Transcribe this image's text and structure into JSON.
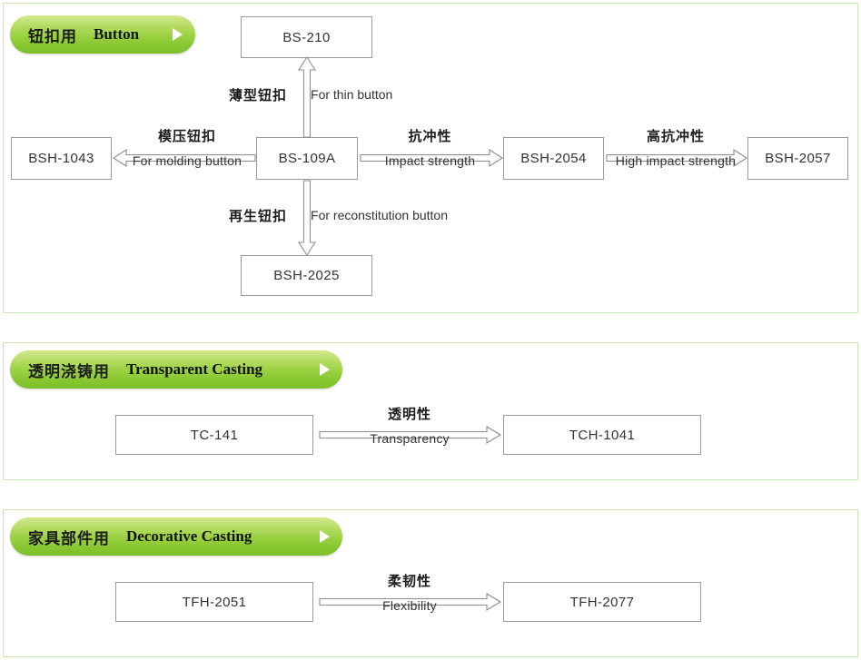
{
  "sections": [
    {
      "id": "button",
      "header": {
        "cn": "钮扣用",
        "en": "Button",
        "arrow_icon": "play-triangle-icon"
      },
      "nodes": [
        {
          "id": "bs-210",
          "label": "BS-210"
        },
        {
          "id": "bsh-1043",
          "label": "BSH-1043"
        },
        {
          "id": "bs-109a",
          "label": "BS-109A"
        },
        {
          "id": "bsh-2054",
          "label": "BSH-2054"
        },
        {
          "id": "bsh-2057",
          "label": "BSH-2057"
        },
        {
          "id": "bsh-2025",
          "label": "BSH-2025"
        }
      ],
      "edges": [
        {
          "id": "e-thin",
          "from": "BS-109A",
          "to": "BS-210",
          "dir": "up",
          "cn": "薄型钮扣",
          "en": "For thin button"
        },
        {
          "id": "e-molding",
          "from": "BS-109A",
          "to": "BSH-1043",
          "dir": "left",
          "cn": "模压钮扣",
          "en": "For molding button"
        },
        {
          "id": "e-impact",
          "from": "BS-109A",
          "to": "BSH-2054",
          "dir": "right",
          "cn": "抗冲性",
          "en": "Impact strength"
        },
        {
          "id": "e-highimp",
          "from": "BSH-2054",
          "to": "BSH-2057",
          "dir": "right",
          "cn": "高抗冲性",
          "en": "High impact strength"
        },
        {
          "id": "e-reconst",
          "from": "BS-109A",
          "to": "BSH-2025",
          "dir": "down",
          "cn": "再生钮扣",
          "en": "For reconstitution button"
        }
      ]
    },
    {
      "id": "transparent",
      "header": {
        "cn": "透明浇铸用",
        "en": "Transparent Casting",
        "arrow_icon": "play-triangle-icon"
      },
      "nodes": [
        {
          "id": "tc-141",
          "label": "TC-141"
        },
        {
          "id": "tch-1041",
          "label": "TCH-1041"
        }
      ],
      "edges": [
        {
          "id": "e-transparency",
          "from": "TC-141",
          "to": "TCH-1041",
          "dir": "right",
          "cn": "透明性",
          "en": "Transparency"
        }
      ]
    },
    {
      "id": "decorative",
      "header": {
        "cn": "家具部件用",
        "en": "Decorative Casting",
        "arrow_icon": "play-triangle-icon"
      },
      "nodes": [
        {
          "id": "tfh-2051",
          "label": "TFH-2051"
        },
        {
          "id": "tfh-2077",
          "label": "TFH-2077"
        }
      ],
      "edges": [
        {
          "id": "e-flexibility",
          "from": "TFH-2051",
          "to": "TFH-2077",
          "dir": "right",
          "cn": "柔韧性",
          "en": "Flexibility"
        }
      ]
    }
  ],
  "colors": {
    "panel_border": "#c9e6b4",
    "pill_green_light": "#d3e98a",
    "pill_green_dark": "#7cbf2a",
    "node_border": "#9a9a9a",
    "arrow_stroke": "#8d8d8d",
    "text": "#333333",
    "background": "#ffffff"
  }
}
